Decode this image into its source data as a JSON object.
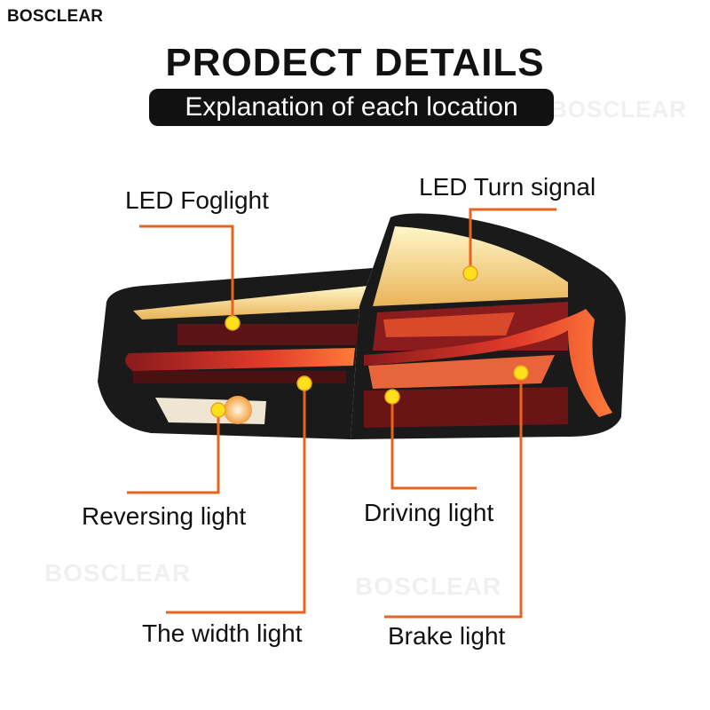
{
  "brand": "BOSCLEAR",
  "header": {
    "title": "PRODECT DETAILS",
    "subtitle": "Explanation of each location"
  },
  "watermarks": [
    "BOSCLEAR",
    "BOSCLEAR",
    "BOSCLEAR"
  ],
  "labels": {
    "foglight": "LED Foglight",
    "turn_signal": "LED Turn signal",
    "reversing": "Reversing light",
    "driving": "Driving light",
    "width": "The width light",
    "brake": "Brake light"
  },
  "colors": {
    "leader_line": "#e8641e",
    "marker": "#ffe01a",
    "lamp_housing": "#1a1a1a",
    "lamp_red": "#c8282a",
    "lamp_amber": "#f2d77a"
  }
}
